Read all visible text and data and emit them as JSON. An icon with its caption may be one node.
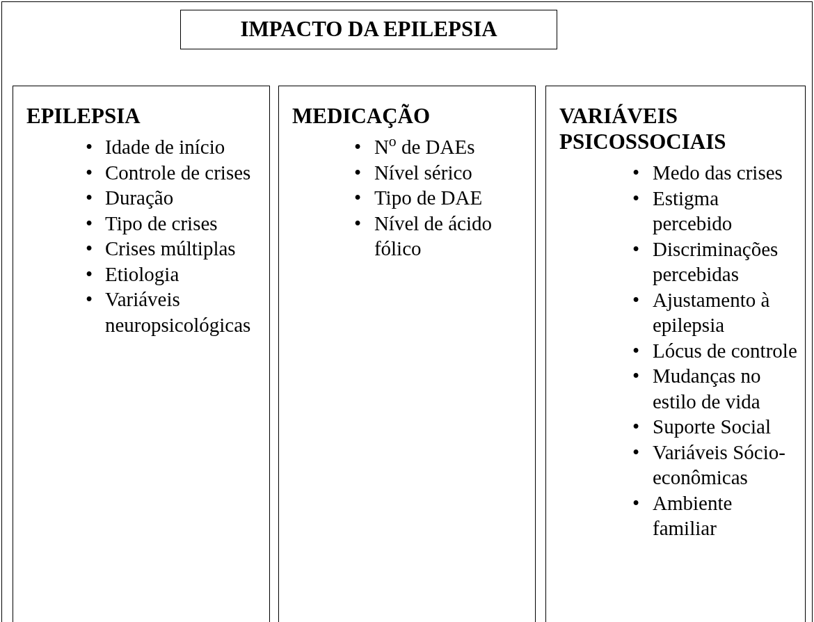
{
  "diagram": {
    "nodes": [
      {
        "text": [],
        "shape": "box"
      },
      {
        "text": [
          "IMPACTO DA EPILEPSIA"
        ],
        "in": 0
      },
      {
        "text": [
          "EPILEPSIA",
          "•",
          "Idade de início",
          "•",
          "Controle de crises",
          "•",
          "Duração",
          "•",
          "Tipo de crises",
          "•",
          "Crises múltiplas",
          "•",
          "Etiologia",
          "•",
          "Variáveis neuropsicológicas"
        ],
        "in": 0
      },
      {
        "text": [
          "MEDICAÇÃO",
          "•",
          "N$^{o}$ de DAEs",
          "•",
          "Nível sérico",
          "•",
          "Tipo de DAE",
          "•",
          "Nível de ácido fólico"
        ],
        "in": 0
      },
      {
        "text": [
          "VARIÁVEIS PSICOSSOCIAIS",
          "•",
          "Medo das crises",
          "•",
          "Estigma percebido",
          "•",
          "Discriminações percebidas",
          "•",
          "Ajustamento à epilepsia",
          "•",
          "Lócus de controle",
          "•",
          "Mudanças no estilo de vida",
          "•",
          "Suporte Social",
          "•",
          "Variáveis Sócio-econômicas",
          "•",
          "Ambiente familiar"
        ],
        "in": 0
      }
    ]
  }
}
